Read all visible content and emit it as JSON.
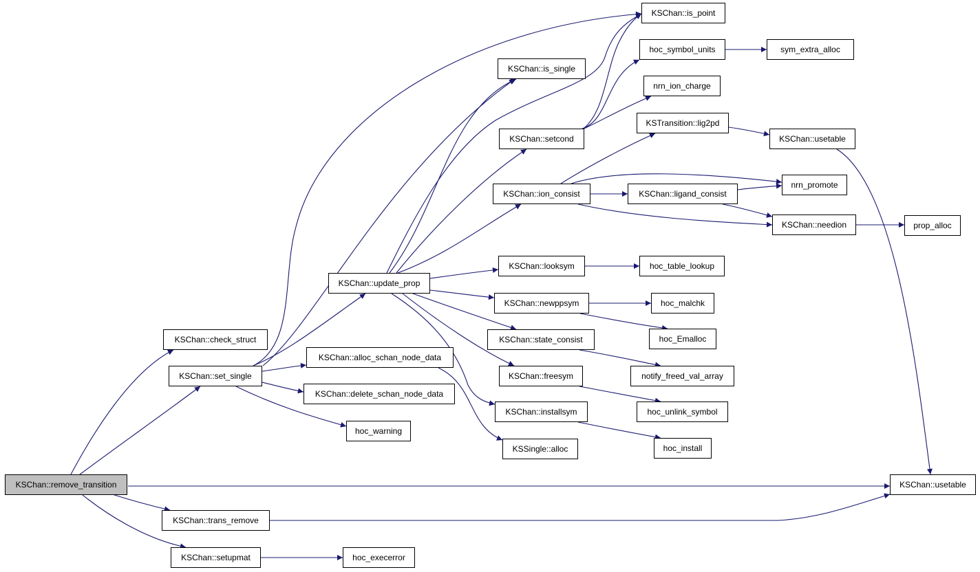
{
  "graph": {
    "edge_color": "#191970",
    "root_fill": "#bfbfbf",
    "node_fill": "#ffffff",
    "nodes": {
      "remove_transition": "KSChan::remove_transition",
      "check_struct": "KSChan::check_struct",
      "set_single": "KSChan::set_single",
      "update_prop": "KSChan::update_prop",
      "is_point": "KSChan::is_point",
      "is_single": "KSChan::is_single",
      "setcond": "KSChan::setcond",
      "hoc_symbol_units": "hoc_symbol_units",
      "sym_extra_alloc": "sym_extra_alloc",
      "nrn_ion_charge": "nrn_ion_charge",
      "lig2pd": "KSTransition::lig2pd",
      "usetable_top": "KSChan::usetable",
      "ion_consist": "KSChan::ion_consist",
      "ligand_consist": "KSChan::ligand_consist",
      "nrn_promote": "nrn_promote",
      "needion": "KSChan::needion",
      "prop_alloc": "prop_alloc",
      "looksym": "KSChan::looksym",
      "hoc_table_lookup": "hoc_table_lookup",
      "newppsym": "KSChan::newppsym",
      "hoc_malchk": "hoc_malchk",
      "hoc_Emalloc": "hoc_Emalloc",
      "state_consist": "KSChan::state_consist",
      "notify_freed_val_array": "notify_freed_val_array",
      "alloc_schan_node_data": "KSChan::alloc_schan_node_data",
      "delete_schan_node_data": "KSChan::delete_schan_node_data",
      "freesym": "KSChan::freesym",
      "hoc_unlink_symbol": "hoc_unlink_symbol",
      "hoc_warning": "hoc_warning",
      "installsym": "KSChan::installsym",
      "hoc_install": "hoc_install",
      "kssingle_alloc": "KSSingle::alloc",
      "usetable_bottom": "KSChan::usetable",
      "trans_remove": "KSChan::trans_remove",
      "setupmat": "KSChan::setupmat",
      "hoc_execerror": "hoc_execerror"
    },
    "edges": [
      [
        "remove_transition",
        "check_struct"
      ],
      [
        "remove_transition",
        "set_single"
      ],
      [
        "remove_transition",
        "usetable_bottom"
      ],
      [
        "remove_transition",
        "trans_remove"
      ],
      [
        "remove_transition",
        "setupmat"
      ],
      [
        "set_single",
        "is_point"
      ],
      [
        "set_single",
        "is_single"
      ],
      [
        "set_single",
        "update_prop"
      ],
      [
        "set_single",
        "alloc_schan_node_data"
      ],
      [
        "set_single",
        "delete_schan_node_data"
      ],
      [
        "set_single",
        "hoc_warning"
      ],
      [
        "update_prop",
        "is_point"
      ],
      [
        "update_prop",
        "is_single"
      ],
      [
        "update_prop",
        "setcond"
      ],
      [
        "update_prop",
        "ion_consist"
      ],
      [
        "update_prop",
        "looksym"
      ],
      [
        "update_prop",
        "newppsym"
      ],
      [
        "update_prop",
        "state_consist"
      ],
      [
        "update_prop",
        "freesym"
      ],
      [
        "update_prop",
        "installsym"
      ],
      [
        "setcond",
        "is_point"
      ],
      [
        "setcond",
        "hoc_symbol_units"
      ],
      [
        "setcond",
        "nrn_ion_charge"
      ],
      [
        "hoc_symbol_units",
        "sym_extra_alloc"
      ],
      [
        "ion_consist",
        "lig2pd"
      ],
      [
        "ion_consist",
        "nrn_promote"
      ],
      [
        "ion_consist",
        "ligand_consist"
      ],
      [
        "ion_consist",
        "needion"
      ],
      [
        "lig2pd",
        "usetable_top"
      ],
      [
        "ligand_consist",
        "nrn_promote"
      ],
      [
        "ligand_consist",
        "needion"
      ],
      [
        "needion",
        "prop_alloc"
      ],
      [
        "usetable_top",
        "usetable_bottom"
      ],
      [
        "looksym",
        "hoc_table_lookup"
      ],
      [
        "newppsym",
        "hoc_malchk"
      ],
      [
        "newppsym",
        "hoc_Emalloc"
      ],
      [
        "state_consist",
        "notify_freed_val_array"
      ],
      [
        "alloc_schan_node_data",
        "kssingle_alloc"
      ],
      [
        "freesym",
        "hoc_unlink_symbol"
      ],
      [
        "installsym",
        "hoc_install"
      ],
      [
        "trans_remove",
        "usetable_bottom"
      ],
      [
        "setupmat",
        "hoc_execerror"
      ]
    ]
  }
}
